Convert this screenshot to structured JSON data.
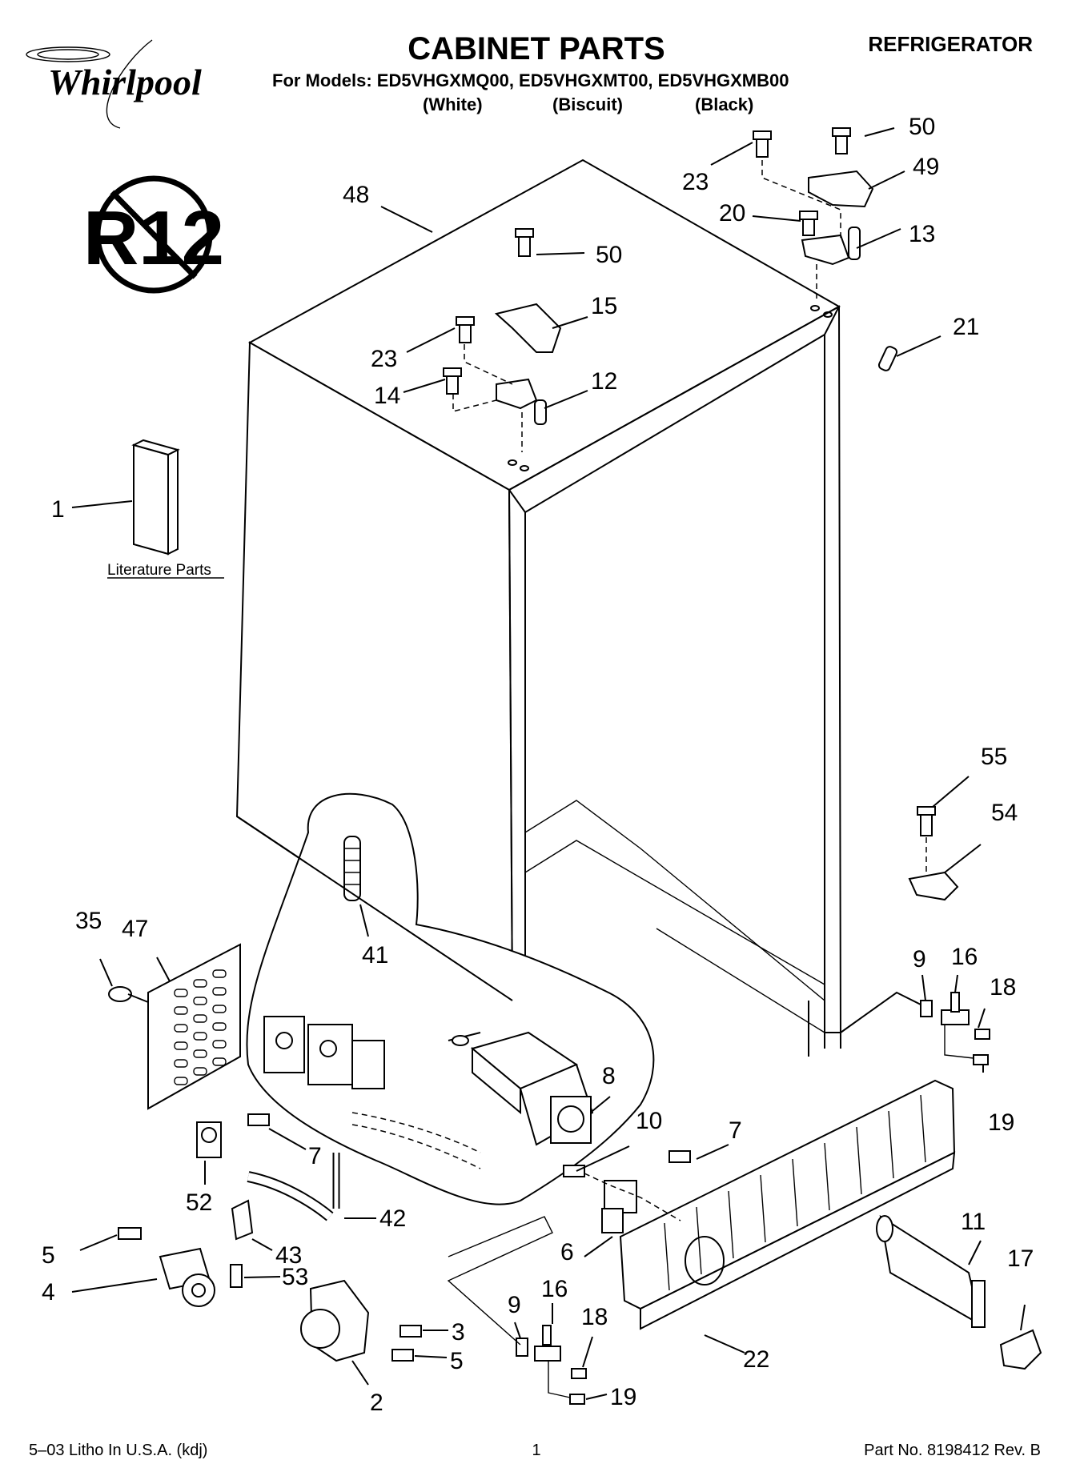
{
  "header": {
    "brand": "Whirlpool",
    "title": "CABINET PARTS",
    "appliance": "REFRIGERATOR",
    "models_line": "For Models: ED5VHGXMQ00, ED5VHGXMT00, ED5VHGXMB00",
    "colors": [
      "(White)",
      "(Biscuit)",
      "(Black)"
    ]
  },
  "badge": {
    "text": "R12"
  },
  "literature": {
    "label": "Literature Parts"
  },
  "callouts": [
    {
      "id": "c50a",
      "text": "50"
    },
    {
      "id": "c49",
      "text": "49"
    },
    {
      "id": "c23a",
      "text": "23"
    },
    {
      "id": "c20",
      "text": "20"
    },
    {
      "id": "c13",
      "text": "13"
    },
    {
      "id": "c48",
      "text": "48"
    },
    {
      "id": "c50b",
      "text": "50"
    },
    {
      "id": "c15",
      "text": "15"
    },
    {
      "id": "c21",
      "text": "21"
    },
    {
      "id": "c23b",
      "text": "23"
    },
    {
      "id": "c12",
      "text": "12"
    },
    {
      "id": "c14",
      "text": "14"
    },
    {
      "id": "c1",
      "text": "1"
    },
    {
      "id": "c55",
      "text": "55"
    },
    {
      "id": "c54",
      "text": "54"
    },
    {
      "id": "c35",
      "text": "35"
    },
    {
      "id": "c47",
      "text": "47"
    },
    {
      "id": "c41",
      "text": "41"
    },
    {
      "id": "c9a",
      "text": "9"
    },
    {
      "id": "c16a",
      "text": "16"
    },
    {
      "id": "c18a",
      "text": "18"
    },
    {
      "id": "c8",
      "text": "8"
    },
    {
      "id": "c19a",
      "text": "19"
    },
    {
      "id": "c10",
      "text": "10"
    },
    {
      "id": "c7a",
      "text": "7"
    },
    {
      "id": "c7b",
      "text": "7"
    },
    {
      "id": "c52",
      "text": "52"
    },
    {
      "id": "c42",
      "text": "42"
    },
    {
      "id": "c6",
      "text": "6"
    },
    {
      "id": "c11",
      "text": "11"
    },
    {
      "id": "c5a",
      "text": "5"
    },
    {
      "id": "c43",
      "text": "43"
    },
    {
      "id": "c17",
      "text": "17"
    },
    {
      "id": "c53",
      "text": "53"
    },
    {
      "id": "c4",
      "text": "4"
    },
    {
      "id": "c9b",
      "text": "9"
    },
    {
      "id": "c16b",
      "text": "16"
    },
    {
      "id": "c18b",
      "text": "18"
    },
    {
      "id": "c3",
      "text": "3"
    },
    {
      "id": "c22",
      "text": "22"
    },
    {
      "id": "c5b",
      "text": "5"
    },
    {
      "id": "c2",
      "text": "2"
    },
    {
      "id": "c19b",
      "text": "19"
    }
  ],
  "footer": {
    "left": "5–03 Litho In U.S.A. (kdj)",
    "page": "1",
    "right": "Part No. 8198412 Rev. B"
  }
}
